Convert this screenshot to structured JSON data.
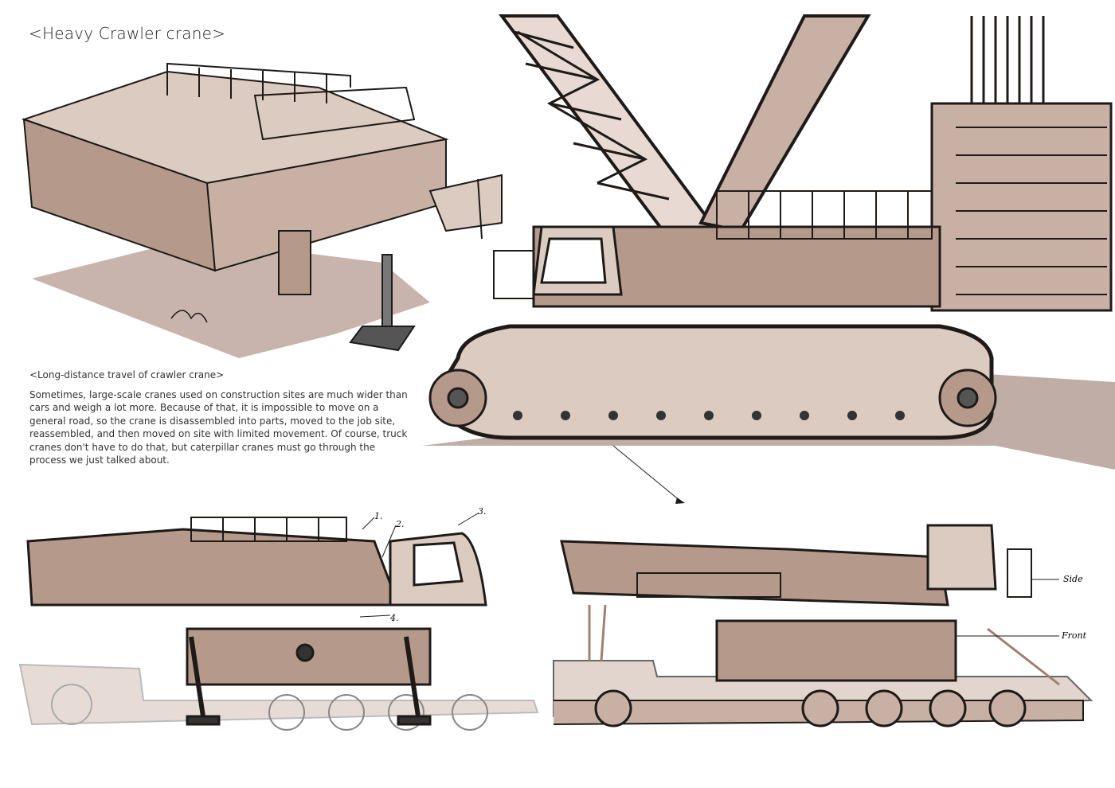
{
  "title": "<Heavy Crawler crane>",
  "section": {
    "heading": "<Long-distance travel of crawler crane>",
    "body": "Sometimes, large-scale cranes used on construction sites are much wider than cars and weigh a lot more. Because of that, it is impossible to move on a general road, so the crane is disassembled into parts, moved to the job site, reassembled, and then moved on site with limited movement. Of course, truck cranes don't have to do that, but caterpillar cranes must go through the process we just talked about."
  },
  "annotations": {
    "callouts": [
      "1.",
      "2.",
      "3.",
      "4."
    ],
    "side": "Side",
    "front": "Front"
  },
  "colors": {
    "ink": "#1e1a18",
    "marker": "#b59a8c",
    "marker_light": "#dccbc1",
    "shadow": "#8a6a5c"
  }
}
